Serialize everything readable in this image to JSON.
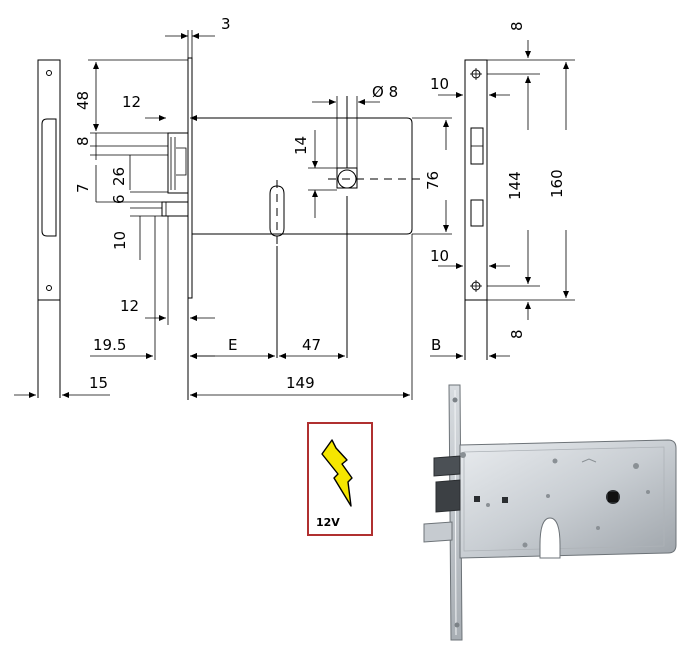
{
  "drawing": {
    "dims": {
      "d3": "3",
      "d8top": "8",
      "d48": "48",
      "d12a": "12",
      "dia8": "Ø 8",
      "d10a": "10",
      "d8a": "8",
      "d14": "14",
      "d26": "26",
      "d7": "7",
      "d6": "6",
      "d76": "76",
      "d144": "144",
      "d160": "160",
      "d10b": "10",
      "d10c": "10",
      "d12b": "12",
      "d8bot": "8",
      "d19_5": "19.5",
      "dE": "E",
      "d47": "47",
      "dB": "B",
      "d15": "15",
      "d149": "149"
    }
  },
  "badge": {
    "label": "12V",
    "icon": "lightning-bolt-icon",
    "border_color": "#b03030",
    "bolt_color": "#f5e600"
  },
  "photo": {
    "subject": "mortise-lock-photo"
  }
}
